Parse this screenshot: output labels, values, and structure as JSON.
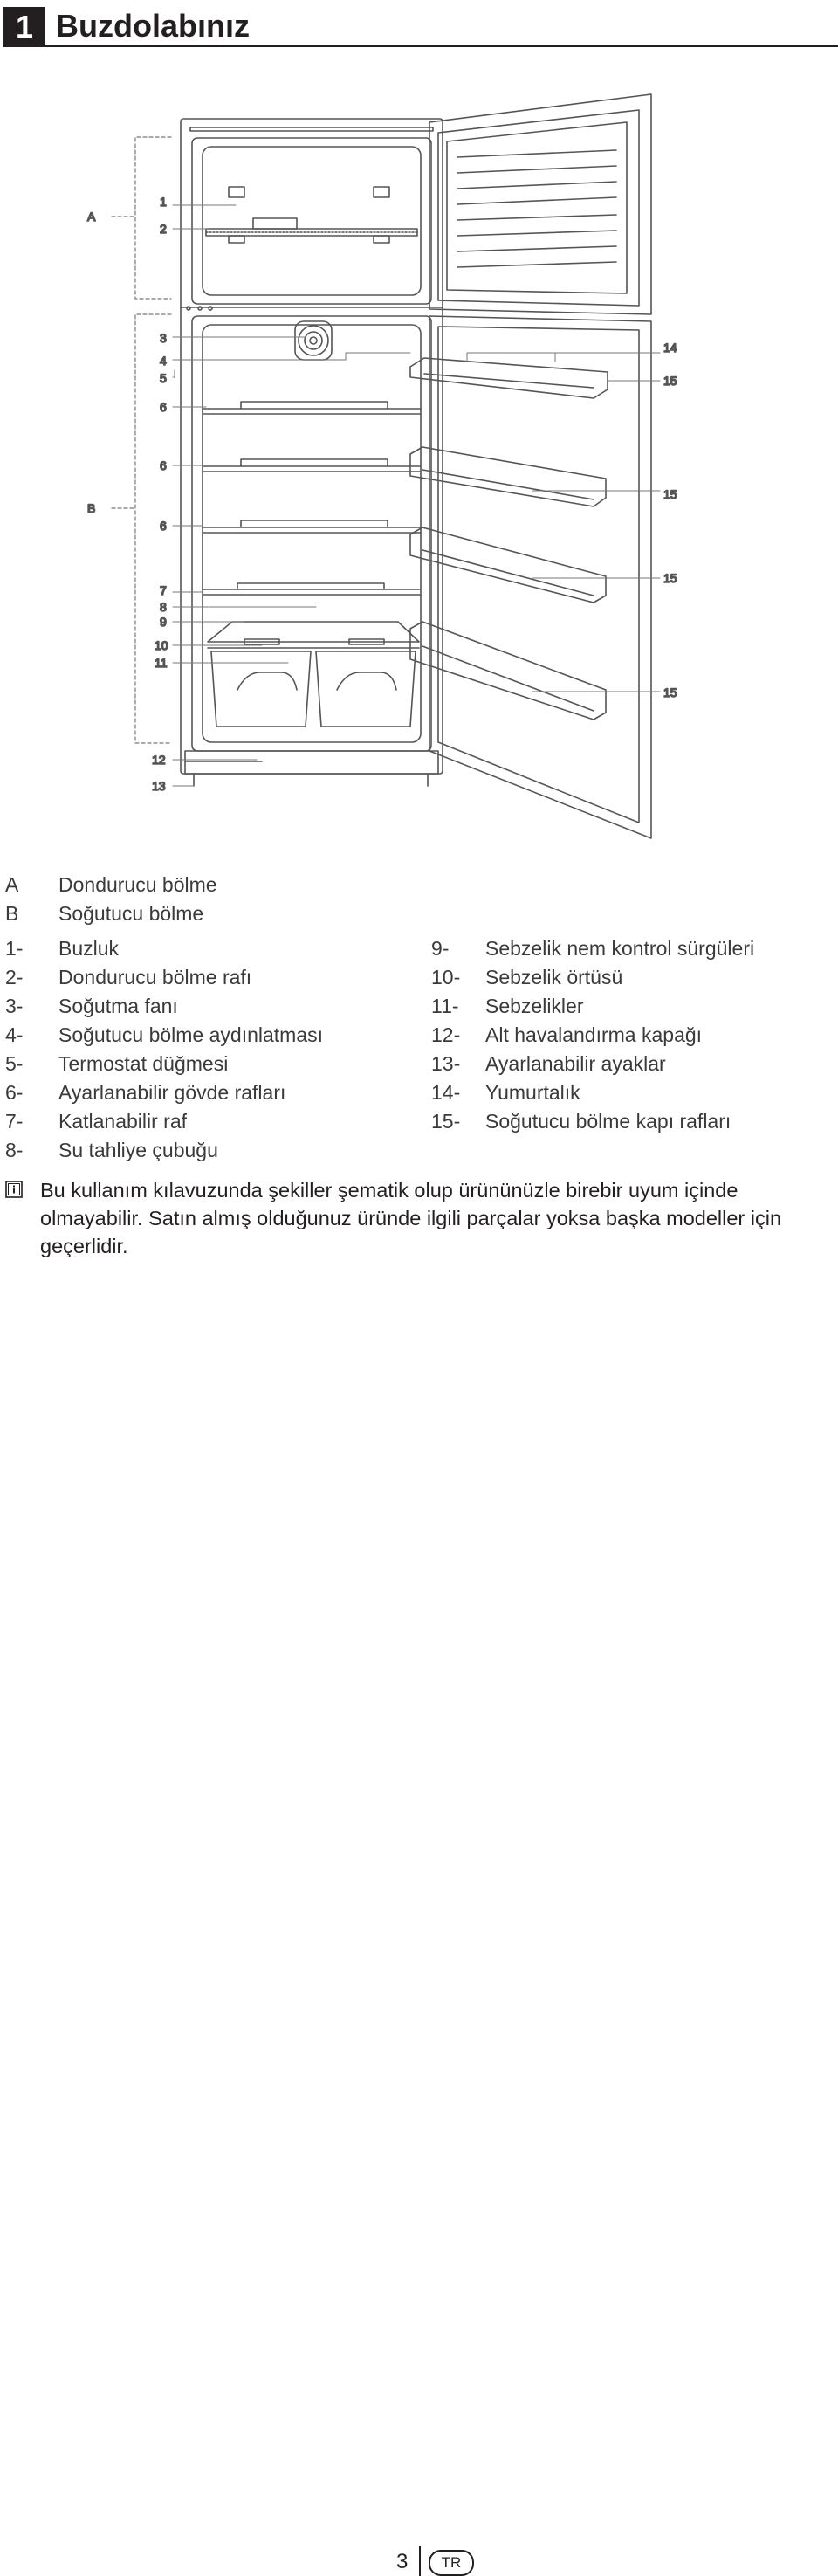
{
  "header": {
    "chapter_number": "1",
    "title": "Buzdolabınız"
  },
  "figure": {
    "sections": [
      {
        "id": "A"
      },
      {
        "id": "B"
      }
    ],
    "callouts_left": [
      "1",
      "2",
      "3",
      "4",
      "5",
      "6",
      "6",
      "6",
      "7",
      "8",
      "9",
      "10",
      "11",
      "12",
      "13"
    ],
    "callouts_right": [
      "14",
      "15",
      "15",
      "15",
      "15"
    ]
  },
  "legend": {
    "sections": [
      {
        "key": "A",
        "text": "Dondurucu bölme"
      },
      {
        "key": "B",
        "text": "Soğutucu bölme"
      }
    ],
    "left": [
      {
        "key": "1-",
        "text": "Buzluk"
      },
      {
        "key": "2-",
        "text": "Dondurucu bölme rafı"
      },
      {
        "key": "3-",
        "text": "Soğutma fanı"
      },
      {
        "key": "4-",
        "text": "Soğutucu bölme aydınlatması"
      },
      {
        "key": "5-",
        "text": "Termostat düğmesi"
      },
      {
        "key": "6-",
        "text": "Ayarlanabilir gövde rafları"
      },
      {
        "key": "7-",
        "text": "Katlanabilir raf"
      },
      {
        "key": "8-",
        "text": "Su tahliye çubuğu"
      }
    ],
    "right": [
      {
        "key": "9-",
        "text": "Sebzelik nem kontrol sürgüleri"
      },
      {
        "key": "10-",
        "text": "Sebzelik örtüsü"
      },
      {
        "key": "11-",
        "text": "Sebzelikler"
      },
      {
        "key": "12-",
        "text": "Alt havalandırma kapağı"
      },
      {
        "key": "13-",
        "text": "Ayarlanabilir ayaklar"
      },
      {
        "key": "14-",
        "text": "Yumurtalık"
      },
      {
        "key": "15-",
        "text": "Soğutucu bölme kapı rafları"
      }
    ]
  },
  "note": {
    "icon": "info-icon",
    "text": "Bu kullanım kılavuzunda şekiller şematik olup ürününüzle birebir uyum içinde olmayabilir. Satın almış olduğunuz üründe ilgili parçalar yoksa başka modeller için geçerlidir."
  },
  "footer": {
    "page_number": "3",
    "language": "TR"
  }
}
